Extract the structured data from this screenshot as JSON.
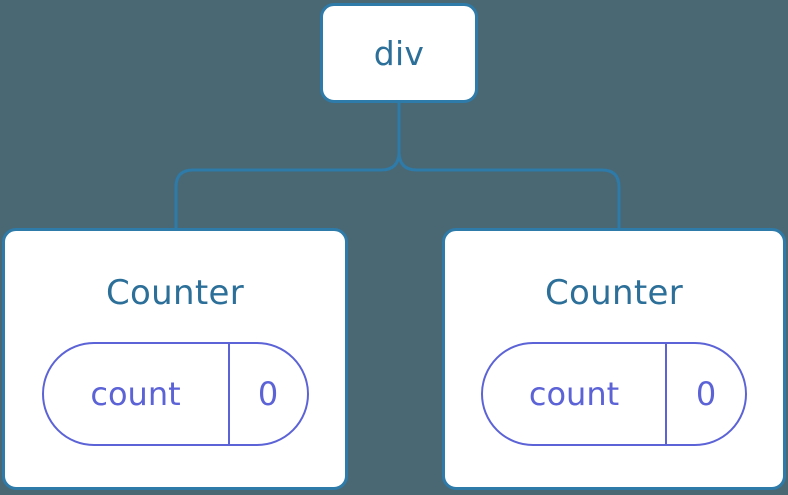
{
  "diagram": {
    "type": "component-tree",
    "background_color": "#4a6873",
    "node_border_color": "#2e7aa8",
    "node_fill_color": "#ffffff",
    "node_label_color": "#2c6f99",
    "state_pill_color": "#5c63d6",
    "connector_color": "#2e7aa8",
    "root": {
      "label": "div"
    },
    "children": [
      {
        "label": "Counter",
        "state": {
          "key": "count",
          "value": "0"
        }
      },
      {
        "label": "Counter",
        "state": {
          "key": "count",
          "value": "0"
        }
      }
    ]
  }
}
